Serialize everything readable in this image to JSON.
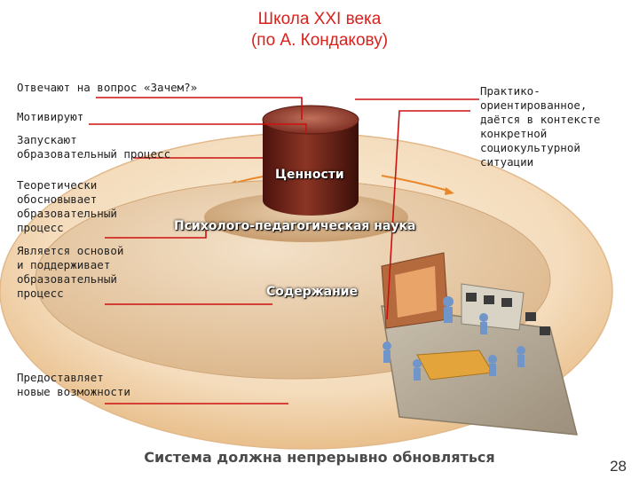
{
  "title": {
    "line1": "Школа XXI века",
    "line2": "(по А. Кондакову)"
  },
  "left_labels": {
    "why": "Отвечают на вопрос «Зачем?»",
    "motivate": "Мотивируют",
    "launch_1": "Запускают",
    "launch_2": "образовательный процесс",
    "theory_1": "Теоретически",
    "theory_2": "обосновывает",
    "theory_3": "образовательный",
    "theory_4": "процесс",
    "support_1": "Является основой",
    "support_2": "и поддерживает",
    "support_3": "образовательный",
    "support_4": "процесс",
    "possibilities_1": "Предоставляет",
    "possibilities_2": "новые возможности"
  },
  "right_label": {
    "line1": "Практико-",
    "line2": "ориентированное,",
    "line3": "даётся в контексте",
    "line4": "конкретной",
    "line5": "социокультурной",
    "line6": "ситуации"
  },
  "diagram_labels": {
    "values": "Ценности",
    "science": "Психолого-педагогическая наука",
    "content": "Содержание"
  },
  "footer": "Система должна непрерывно обновляться",
  "page_number": "28",
  "colors": {
    "title": "#d9221b",
    "connector": "#cc1111",
    "cylinder": "#7a2a1f",
    "disc_outer": "#f3dcbf",
    "disc_middle": "#e8c9a3",
    "disc_inner": "#d7b58c",
    "arrow": "#e8882a"
  }
}
